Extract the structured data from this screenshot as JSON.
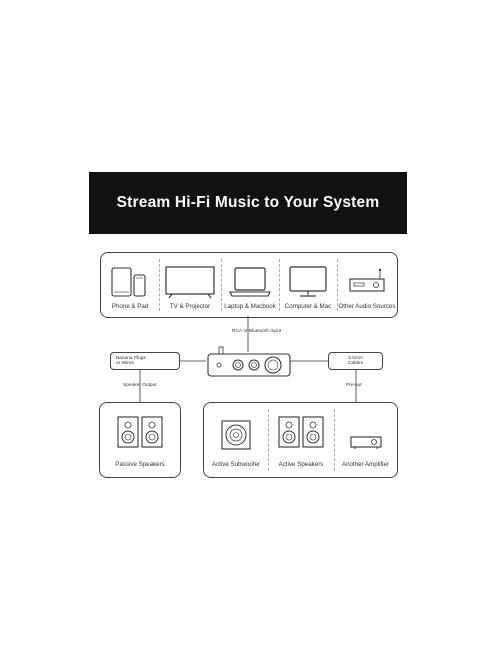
{
  "banner": {
    "title": "Stream Hi-Fi Music to Your System"
  },
  "sources": [
    {
      "label": "Phone & Pad",
      "icon": "phone-pad-icon"
    },
    {
      "label": "TV & Projector",
      "icon": "tv-icon"
    },
    {
      "label": "Laptop & Macbook",
      "icon": "laptop-icon"
    },
    {
      "label": "Computer & Mac",
      "icon": "monitor-icon"
    },
    {
      "label": "Other Audio Sources",
      "icon": "audio-source-icon"
    }
  ],
  "amp": {
    "input_label": "RCA or Bluetooth Input",
    "icon": "amplifier-icon"
  },
  "left_branch": {
    "pill": [
      "Banana Plugs",
      "or Wires"
    ],
    "connection": "Speaker Output"
  },
  "right_branch": {
    "pill": [
      "3.5mm",
      "Cables"
    ],
    "connection": "Pre-out"
  },
  "outputs_left": {
    "label": "Passive Speakers",
    "icon": "passive-speakers-icon"
  },
  "outputs_right": [
    {
      "label": "Active Subwoofer",
      "icon": "subwoofer-icon"
    },
    {
      "label": "Active Speakers",
      "icon": "active-speakers-icon"
    },
    {
      "label": "Another Amplifier",
      "icon": "amplifier-small-icon"
    }
  ]
}
